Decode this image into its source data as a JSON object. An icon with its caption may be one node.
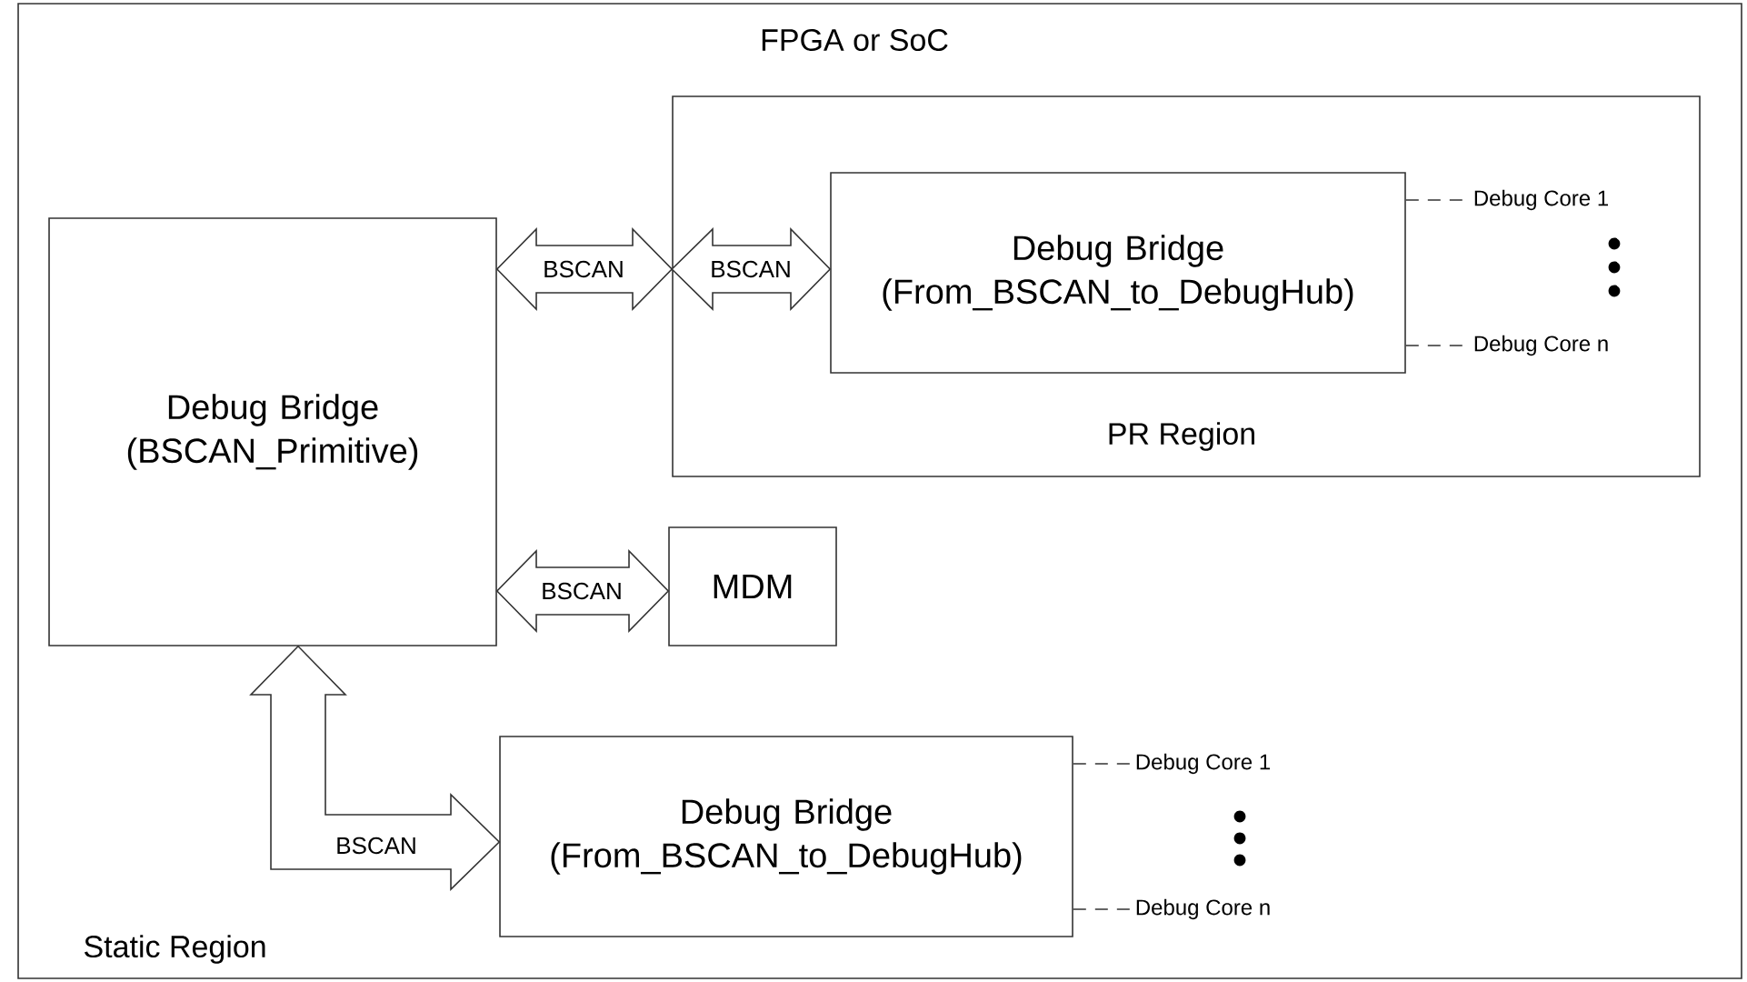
{
  "diagram": {
    "nodes": [
      {
        "text": [
          "FPGA or SoC",
          "Static Region"
        ]
      },
      {
        "text": [
          "Debug Bridge (BSCAN_Primitive)"
        ],
        "in": 0
      },
      {
        "text": [
          "PR Region"
        ],
        "in": 0
      },
      {
        "text": [
          "Debug Bridge (From_BSCAN_to_DebugHub)"
        ],
        "in": 2
      },
      {
        "text": [
          "Debug Core 1"
        ],
        "in": 2
      },
      {
        "text": [
          "Debug Core n"
        ],
        "in": 2
      },
      {
        "text": [
          "MDM"
        ],
        "in": 0
      },
      {
        "text": [
          "Debug Bridge (From_BSCAN_to_DebugHub)"
        ],
        "in": 0
      },
      {
        "text": [
          "Debug Core 1"
        ],
        "in": 0
      },
      {
        "text": [
          "Debug Core n"
        ],
        "in": 0
      }
    ],
    "edges": [
      {
        "from": 1,
        "to": 2,
        "arrow": "both",
        "label": "BSCAN",
        "style": "thick"
      },
      {
        "from": 2,
        "to": 3,
        "arrow": "both",
        "label": "BSCAN",
        "style": "thick"
      },
      {
        "from": 3,
        "to": 4,
        "arrow": "none",
        "style": "dashed"
      },
      {
        "from": 3,
        "to": 5,
        "arrow": "none",
        "style": "dashed"
      },
      {
        "from": 1,
        "to": 6,
        "arrow": "both",
        "label": "BSCAN",
        "style": "thick"
      },
      {
        "from": 1,
        "to": 7,
        "arrow": "both",
        "label": "BSCAN",
        "style": "thick"
      },
      {
        "from": 7,
        "to": 8,
        "arrow": "none",
        "style": "dashed"
      },
      {
        "from": 7,
        "to": 9,
        "arrow": "none",
        "style": "dashed"
      }
    ]
  }
}
